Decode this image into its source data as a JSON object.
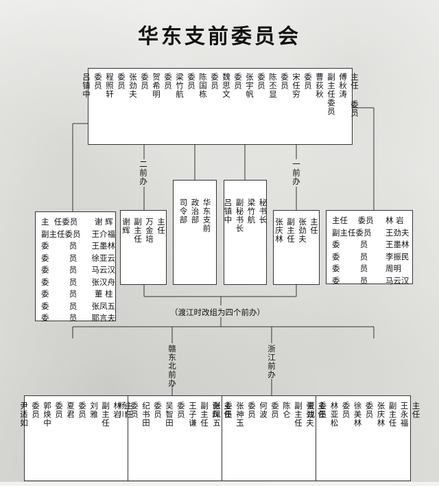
{
  "title": "华东支前委员会",
  "main_committee": {
    "columns": [
      "主任 委员\n傅秋涛",
      "副主任委员\n曹荻秋",
      "委员\n宋任穷",
      "委员\n陈丕显",
      "委员\n张宇帆",
      "委员\n魏思文",
      "委员\n陈国栋",
      "委员\n梁竹航",
      "委员\n贺希明",
      "委员\n张劲夫",
      "委员\n程照轩",
      "委员\n吕镇中"
    ]
  },
  "labels": {
    "front2": "二前办",
    "front1": "一前办",
    "crossing_note": "（渡江时改组为四个前办）",
    "ganbei": "赣东北前办",
    "zhejiang": "浙江前办"
  },
  "left_list": {
    "rows": [
      {
        "title": "主  任委员",
        "name": "谢  辉"
      },
      {
        "title": "副主任委员",
        "name": "王介福"
      },
      {
        "title": "委        员",
        "name": "王墨林"
      },
      {
        "title": "委        员",
        "name": "徐亚云"
      },
      {
        "title": "委        员",
        "name": "马云汉"
      },
      {
        "title": "委        员",
        "name": "张汉舟"
      },
      {
        "title": "委        员",
        "name": "董  桂"
      },
      {
        "title": "委        员",
        "name": "张凤五"
      },
      {
        "title": "委        员",
        "name": "耶言夫"
      }
    ]
  },
  "right_list": {
    "rows": [
      {
        "title": "主任    委员",
        "name": "林  岩"
      },
      {
        "title": "副主任委员",
        "name": "王劲夫"
      },
      {
        "title": "委        员",
        "name": "王墨林"
      },
      {
        "title": "委        员",
        "name": "李振民"
      },
      {
        "title": "委        员",
        "name": "周明"
      },
      {
        "title": "委        员",
        "name": "马云汉"
      }
    ]
  },
  "box_front2": {
    "columns": [
      "主任\n万金培",
      "副主任\n谢辉"
    ]
  },
  "box_hq": {
    "columns": [
      "华东支前\n政治部",
      "司令部"
    ]
  },
  "box_secretary": {
    "columns": [
      "秘书长\n梁竹航",
      "副秘书长\n吕镇中"
    ]
  },
  "box_front1": {
    "columns": [
      "主任\n张劲夫",
      "副主任\n张庆林"
    ]
  },
  "bottom_boxes": [
    {
      "columns": [
        "主任\n林岩",
        "副主任\n刘雅",
        "委员\n夏君",
        "委员\n郭焕中",
        "委员\n尹适如"
      ]
    },
    {
      "columns": [
        "主任\n谢辉",
        "副主任\n王子谦",
        "委员\n吴智田",
        "委员\n纪书田",
        "委员\n杨川"
      ]
    },
    {
      "columns": [
        "主任\n张劲夫",
        "副主任\n陈仑",
        "委员\n何波",
        "委员\n张神玉",
        "委员\n张凤五"
      ]
    },
    {
      "columns": [
        "主任\n王永福",
        "副主任\n张庆林",
        "委员\n徐美林",
        "委员\n林亚松",
        "委员\n夏戎"
      ]
    }
  ]
}
